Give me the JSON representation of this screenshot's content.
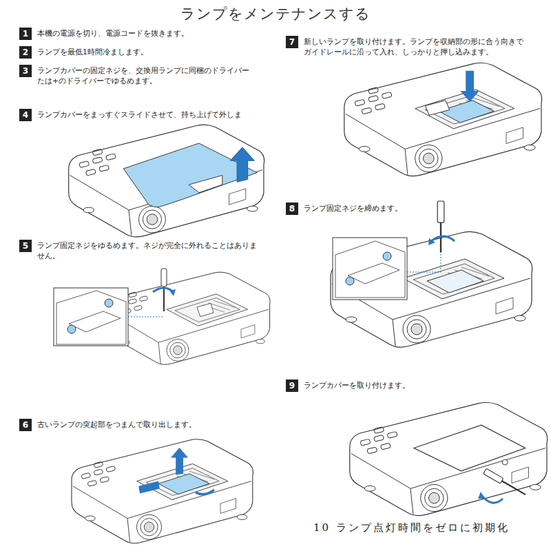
{
  "diagram": {
    "title": "ランプをメンテナンスする",
    "nodes": [
      {
        "text": [
          "1",
          "本機の電源を切り、電源コードを抜きます。"
        ]
      },
      {
        "text": [
          "2",
          "ランプを最低1時間冷まします。"
        ]
      },
      {
        "text": [
          "3",
          "ランプカバーの固定ネジを、交換用ランプに同梱のドライバー たは+のドライバーでゆるめます。"
        ]
      },
      {
        "text": [
          "4",
          "ランプカバーをまっすぐスライドさせて、持ち上げて外しま"
        ]
      },
      {
        "text": [
          "5",
          "ランプ固定ネジをゆるめます。ネジが完全に外れることはありま せん。"
        ]
      },
      {
        "text": [
          "6",
          "古いランプの突起部をつまんで取り出します。"
        ]
      },
      {
        "text": [
          "7",
          "新しいランプを取り付けます。ランプを収納部の形に合う向きで ガイドレールに沿って入れ、しっかりと押し込みます。"
        ]
      },
      {
        "text": [
          "8",
          "ランプ固定ネジを締めます。"
        ]
      },
      {
        "text": [
          "9",
          "ランプカバーを取り付けます。"
        ]
      }
    ],
    "labels": [
      "10 ランプ点灯時間をゼロに初期化"
    ]
  }
}
